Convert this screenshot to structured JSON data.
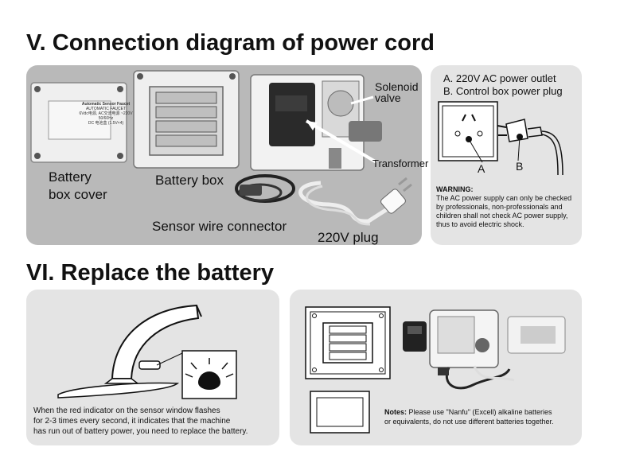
{
  "sections": {
    "connection_title": "V. Connection diagram of power cord",
    "battery_title": "VI. Replace the battery"
  },
  "photo_labels": {
    "battery_box_cover_line1": "Battery",
    "battery_box_cover_line2": "box cover",
    "battery_box": "Battery box",
    "solenoid_line1": "Solenoid",
    "solenoid_line2": "valve",
    "transformer": "Transformer",
    "sensor_wire": "Sensor wire connector",
    "plug_220v": "220V plug"
  },
  "cover_plate": {
    "line1": "Automatic Sensor Faucet",
    "line2": "AUTOMATIC FAUCET",
    "line3": "6Vdc电源, AC交流电源 ~220V 50/60Hz",
    "line4": "DC 电池盒 (1.5V×4)"
  },
  "power_panel": {
    "item_a": "A. 220V AC power outlet",
    "item_b": "B. Control box power plug",
    "label_a": "A",
    "label_b": "B",
    "warning_title": "WARNING:",
    "warning_line1": "The AC power supply can only be checked",
    "warning_line2": "by professionals, non-professionals and",
    "warning_line3": "children shall not check AC power supply,",
    "warning_line4": "thus to avoid electric shock."
  },
  "battery_panel": {
    "text_line1": "When the red indicator on the sensor window flashes",
    "text_line2": "for 2-3 times every second, it indicates that the machine",
    "text_line3": "has run out of battery power, you need to replace the battery."
  },
  "notes_panel": {
    "notes_label": "Notes:",
    "notes_line1": " Please use \"Nanfu\" (Excell) alkaline batteries",
    "notes_line2": "or equivalents, do not use different batteries together."
  },
  "colors": {
    "photo_panel": "#b9b9b9",
    "info_panel": "#e4e4e4"
  }
}
